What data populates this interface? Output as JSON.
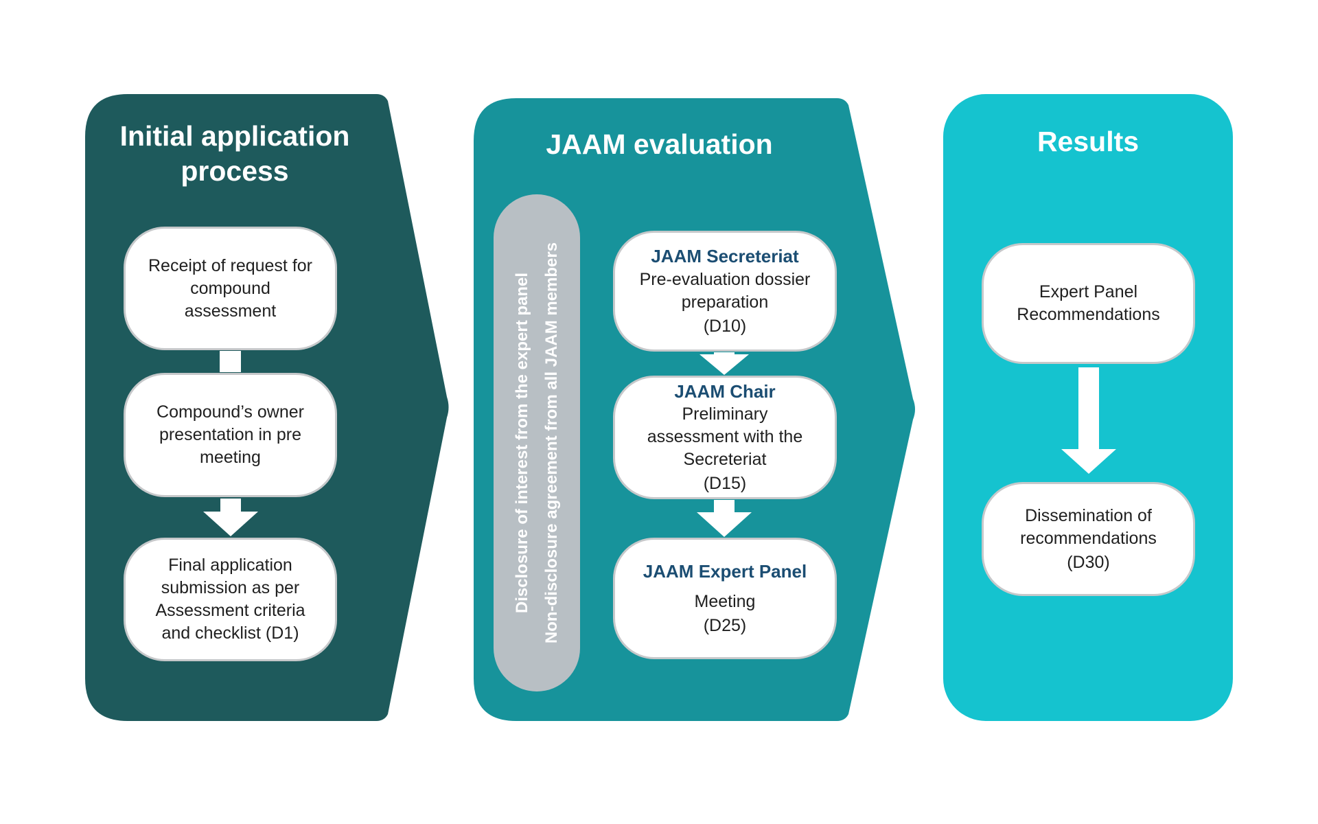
{
  "colors": {
    "panel1": "#1e5a5c",
    "panel2": "#17939b",
    "panel3": "#15c3cf",
    "side_note_bg": "#b8bfc4",
    "heading_navy": "#1b4d72",
    "pill_border": "#c6c8ca",
    "arrow": "#ffffff"
  },
  "diagram": {
    "panels": {
      "initial": {
        "title": "Initial application process",
        "steps": {
          "receipt": {
            "text": "Receipt of request for compound assessment"
          },
          "presentation": {
            "text": "Compound’s owner presentation in pre meeting"
          },
          "final_submission": {
            "text": "Final application submission as per Assessment criteria and checklist (D1)"
          }
        }
      },
      "evaluation": {
        "title": "JAAM evaluation",
        "side_note": {
          "line1": "Disclosure of interest from the expert panel",
          "line2": "Non-disclosure agreement from all JAAM members"
        },
        "steps": {
          "secretariat": {
            "heading": "JAAM Secreteriat",
            "text": "Pre-evaluation dossier preparation",
            "day": "(D10)"
          },
          "chair": {
            "heading": "JAAM Chair",
            "text": "Preliminary assessment with the Secreteriat",
            "day": "(D15)"
          },
          "expert_panel": {
            "heading": "JAAM Expert Panel",
            "text": "Meeting",
            "day": "(D25)"
          }
        }
      },
      "results": {
        "title": "Results",
        "steps": {
          "recommendations": {
            "text": "Expert Panel Recommendations"
          },
          "dissemination": {
            "text": "Dissemination of recommendations",
            "day": "(D30)"
          }
        }
      }
    }
  }
}
